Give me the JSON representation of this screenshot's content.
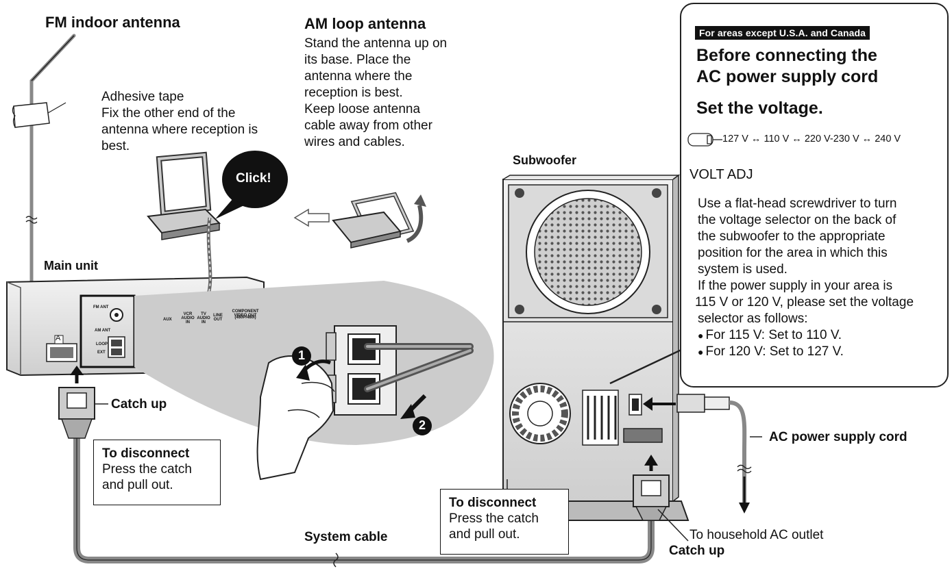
{
  "fm_antenna": {
    "title": "FM indoor antenna",
    "tape_label": "Adhesive tape",
    "tape_note": [
      "Fix the other end of the",
      "antenna where reception is",
      "best."
    ]
  },
  "am_antenna": {
    "title": "AM loop antenna",
    "description": [
      "Stand the antenna up on",
      "its base. Place the",
      "antenna where the",
      "reception is best.",
      "Keep loose antenna",
      "cable away from other",
      "wires and cables."
    ],
    "click_label": "Click!"
  },
  "main_unit": {
    "label": "Main unit",
    "terminal_a": "A",
    "jacks": [
      "FM ANT",
      "AM ANT",
      "LOOP",
      "EXT",
      "AUX",
      "VCR AUDIO IN",
      "TV AUDIO IN",
      "LINE OUT",
      "COMPONENT VIDEO OUT",
      "(480P/480I)"
    ]
  },
  "steps": {
    "one": "1",
    "two": "2"
  },
  "catch_up_left": "Catch up",
  "catch_up_right": "Catch up",
  "disconnect_left": {
    "heading": "To disconnect",
    "lines": [
      "Press the catch",
      "and pull out."
    ]
  },
  "disconnect_right": {
    "heading": "To disconnect",
    "lines": [
      "Press the catch",
      "and pull out."
    ]
  },
  "system_cable": "System cable",
  "subwoofer": {
    "label": "Subwoofer"
  },
  "ac_cord": {
    "label": "AC power supply cord",
    "outlet": "To household AC outlet"
  },
  "voltage_panel": {
    "tag": "For areas except U.S.A. and Canada",
    "heading": [
      "Before connecting the",
      "AC power supply cord"
    ],
    "subheading": "Set the voltage.",
    "sequence": "127 V ↔ 110 V ↔ 220 V-230 V ↔ 240 V",
    "volt_adj": "VOLT ADJ",
    "body": [
      "Use a flat-head screwdriver to turn",
      "the voltage selector on the back of",
      "the subwoofer to the appropriate",
      "position for the area in which this",
      "system is used.",
      "If the power supply in your area is",
      "115 V or 120 V, please set the voltage",
      "selector as follows:"
    ],
    "bullets": [
      "For 115 V: Set to 110 V.",
      "For 120 V: Set to 127 V."
    ]
  }
}
